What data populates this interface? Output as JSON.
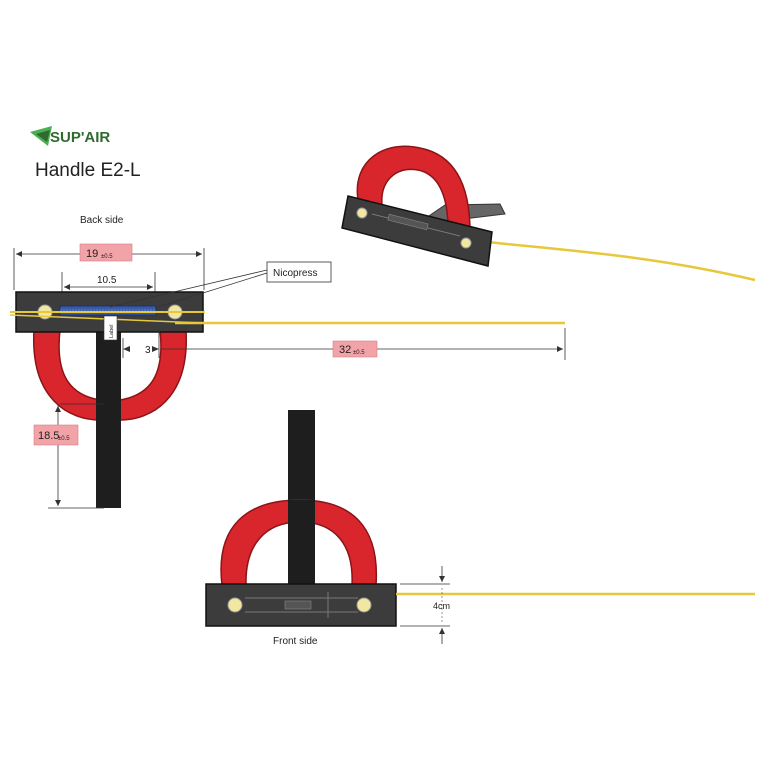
{
  "brand": {
    "logo_text": "SUP'AIR",
    "product_title": "Handle E2-L",
    "accent_green": "#4caf50",
    "dark_green": "#2f6b2f"
  },
  "colors": {
    "strap_red": "#d9262c",
    "strap_dark": "#8a1418",
    "block_dark": "#3c3c3c",
    "line_yellow": "#e6c83a",
    "dim_box_fill": "#f2a3a8",
    "nicopress_blue": "#3a5aa8"
  },
  "back_view": {
    "label": "Back side",
    "callout": "Nicopress",
    "dim_width": "19",
    "dim_width_tol": "±0.5",
    "dim_inner": "10.5",
    "dim_gap": "3",
    "dim_line": "32",
    "dim_line_tol": "±0.5",
    "dim_height": "18.5",
    "dim_height_tol": "±0.5",
    "tag_text": "Label"
  },
  "front_view": {
    "label": "Front side",
    "dim_height": "4cm"
  },
  "icons": [
    "supair-logo-icon"
  ]
}
